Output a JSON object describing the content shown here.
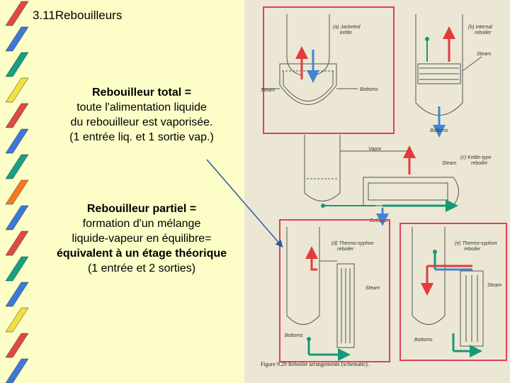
{
  "slide": {
    "title": "3.11Rebouilleurs",
    "total": {
      "heading": "Rebouilleur total",
      "heading_suffix": " =",
      "lines": [
        "toute l'alimentation liquide",
        "du rebouilleur est vaporisée.",
        "(1 entrée liq. et 1 sortie vap.)"
      ]
    },
    "partial": {
      "heading": "Rebouilleur partiel",
      "heading_suffix": " =",
      "lines": [
        "formation d'un mélange",
        "liquide-vapeur en équilibre="
      ],
      "bold_line": "équivalent à un étage théorique",
      "last_line": "(1 entrée et 2 sorties)"
    }
  },
  "figure": {
    "caption": "Figure 9.29  Reboiler arrangements (schematic).",
    "panels": {
      "a": {
        "label": "(a) Jacketed kettle",
        "label_l1": "(a) Jacketed",
        "label_l2": "kettle",
        "steam": "Steam",
        "bottoms": "Bottoms"
      },
      "b": {
        "label_l1": "(b) Internal",
        "label_l2": "reboiler",
        "steam": "Steam",
        "bottoms": "Bottoms"
      },
      "c": {
        "label_l1": "(c) Kettle-type",
        "label_l2": "reboiler",
        "vapor": "Vapor",
        "steam": "Steam",
        "bottoms": "Bottoms"
      },
      "d": {
        "label_l1": "(d) Thermo-syphon",
        "label_l2": "reboiler",
        "steam": "Steam",
        "bottoms": "Bottoms"
      },
      "e": {
        "label_l1": "(e) Thermo-syphon",
        "label_l2": "reboiler",
        "steam": "Steam",
        "bottoms": "Bottoms"
      }
    }
  },
  "colors": {
    "frame": "#e0405a",
    "vapor_arrow": "#e23b3b",
    "liquid_arrow": "#3f86d4",
    "outlet_arrow": "#14997a",
    "pointer_line": "#2a5aa0",
    "background": "#fdfdc8"
  }
}
